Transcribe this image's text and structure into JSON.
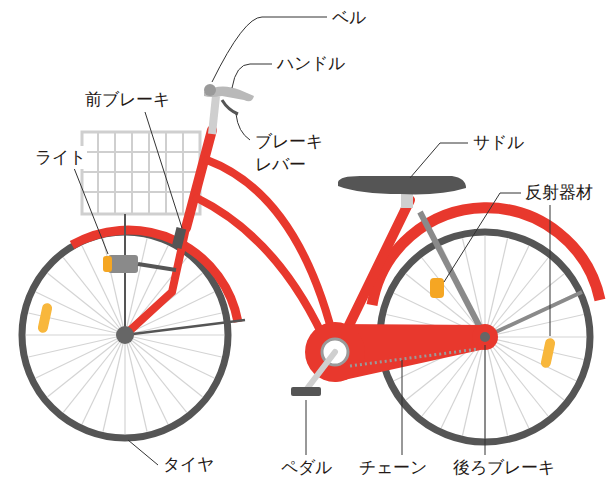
{
  "diagram": {
    "labels": [
      "ベル",
      "ハンドル",
      "前ブレーキ",
      "ブレーキ レバー",
      "ライト",
      "サドル",
      "反射器材",
      "タイヤ",
      "ペダル",
      "チェーン",
      "後ろブレーキ"
    ]
  }
}
